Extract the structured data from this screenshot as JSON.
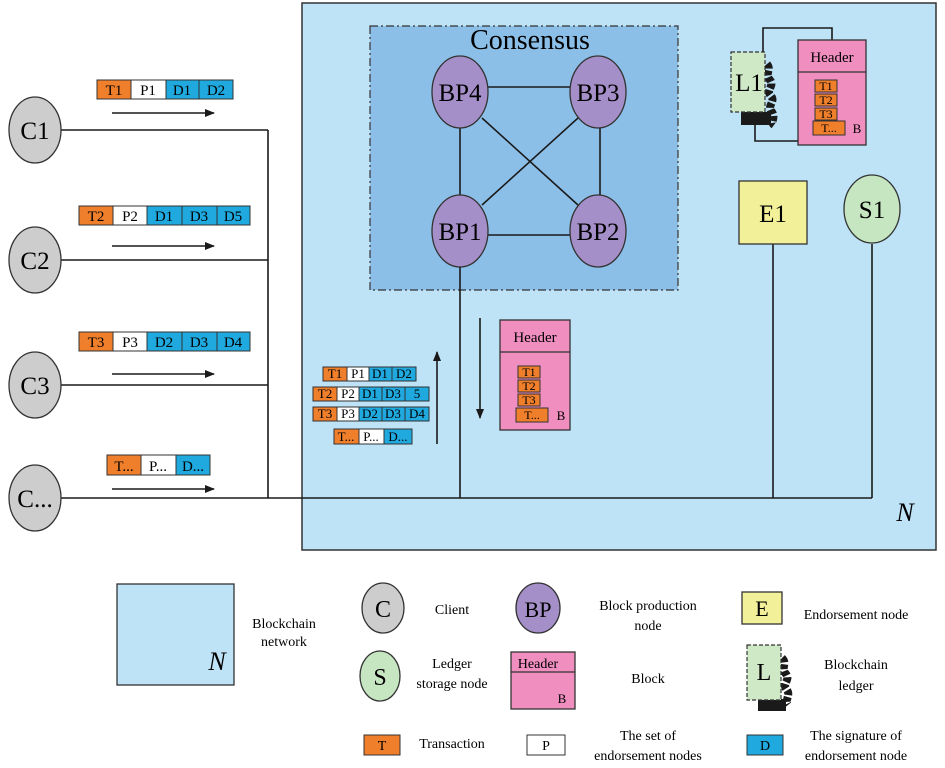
{
  "network": {
    "label": "N"
  },
  "consensus": {
    "title": "Consensus",
    "nodes": [
      "BP4",
      "BP3",
      "BP1",
      "BP2"
    ]
  },
  "clients": [
    "C1",
    "C2",
    "C3",
    "C..."
  ],
  "packets": [
    {
      "t": "T1",
      "p": "P1",
      "d": [
        "D1",
        "D2"
      ]
    },
    {
      "t": "T2",
      "p": "P2",
      "d": [
        "D1",
        "D3",
        "D5"
      ]
    },
    {
      "t": "T3",
      "p": "P3",
      "d": [
        "D2",
        "D3",
        "D4"
      ]
    },
    {
      "t": "T...",
      "p": "P...",
      "d": [
        "D..."
      ]
    }
  ],
  "pool": [
    {
      "t": "T1",
      "p": "P1",
      "d": [
        "D1",
        "D2"
      ]
    },
    {
      "t": "T2",
      "p": "P2",
      "d": [
        "D1",
        "D3",
        "5"
      ]
    },
    {
      "t": "T3",
      "p": "P3",
      "d": [
        "D2",
        "D3",
        "D4"
      ]
    },
    {
      "t": "T...",
      "p": "P...",
      "d": [
        "D..."
      ]
    }
  ],
  "block": {
    "header": "Header",
    "tx": [
      "T1",
      "T2",
      "T3",
      "T..."
    ],
    "b": "B"
  },
  "ledger": {
    "label": "L1"
  },
  "endorsement": {
    "label": "E1"
  },
  "storage": {
    "label": "S1"
  },
  "legend": {
    "network": {
      "symbol": "N",
      "text": [
        "Blockchain",
        "network"
      ]
    },
    "client": {
      "symbol": "C",
      "text": [
        "Client"
      ]
    },
    "bp": {
      "symbol": "BP",
      "text": [
        "Block production",
        "node"
      ]
    },
    "endorse": {
      "symbol": "E",
      "text": [
        "Endorsement node"
      ]
    },
    "storage": {
      "symbol": "S",
      "text": [
        "Ledger",
        "storage node"
      ]
    },
    "block": {
      "header": "Header",
      "b": "B",
      "text": [
        "Block"
      ]
    },
    "ledger": {
      "symbol": "L",
      "text": [
        "Blockchain",
        "ledger"
      ]
    },
    "tx": {
      "symbol": "T",
      "text": [
        "Transaction"
      ]
    },
    "pset": {
      "symbol": "P",
      "text": [
        "The set of",
        "endorsement nodes"
      ]
    },
    "sig": {
      "symbol": "D",
      "text": [
        "The signature of",
        "endorsement node"
      ]
    }
  },
  "colors": {
    "network": "#bee3f6",
    "consensus": "#8cbfe8",
    "bp": "#a58fc9",
    "client": "#cdcdcd",
    "block": "#ef8ebf",
    "endorse": "#f2f19a",
    "storage": "#c5e6c0",
    "ledger": "#cfe8c6",
    "t": "#f07f2c",
    "d": "#1fa9df",
    "p": "#ffffff"
  }
}
